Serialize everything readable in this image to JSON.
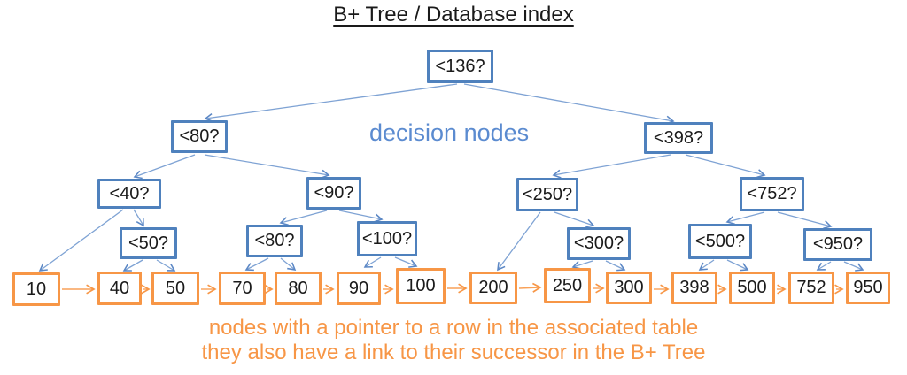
{
  "title": "B+ Tree / Database index",
  "captions": {
    "decision": "decision nodes",
    "leaf_line1": "nodes with a pointer to a row in the associated table",
    "leaf_line2": "they also have a link to their successor in the B+ Tree"
  },
  "colors": {
    "decision_box_border": "#4f81bd",
    "decision_caption_text": "#5b8bd0",
    "leaf_box_border": "#f79646",
    "leaf_caption_text": "#f79646",
    "connector_blue": "#7fa3d4",
    "connector_orange": "#f9a158",
    "node_text": "#1a1a1a",
    "background": "#ffffff"
  },
  "tree": {
    "decision_nodes": [
      {
        "label": "<136?"
      },
      {
        "label": "<80?"
      },
      {
        "label": "<398?"
      },
      {
        "label": "<40?"
      },
      {
        "label": "<90?"
      },
      {
        "label": "<250?"
      },
      {
        "label": "<752?"
      },
      {
        "label": "<50?"
      },
      {
        "label": "<80?"
      },
      {
        "label": "<100?"
      },
      {
        "label": "<300?"
      },
      {
        "label": "<500?"
      },
      {
        "label": "<950?"
      }
    ],
    "leaf_nodes": [
      {
        "label": "10"
      },
      {
        "label": "40"
      },
      {
        "label": "50"
      },
      {
        "label": "70"
      },
      {
        "label": "80"
      },
      {
        "label": "90"
      },
      {
        "label": "100"
      },
      {
        "label": "200"
      },
      {
        "label": "250"
      },
      {
        "label": "300"
      },
      {
        "label": "398"
      },
      {
        "label": "500"
      },
      {
        "label": "752"
      },
      {
        "label": "950"
      }
    ]
  }
}
